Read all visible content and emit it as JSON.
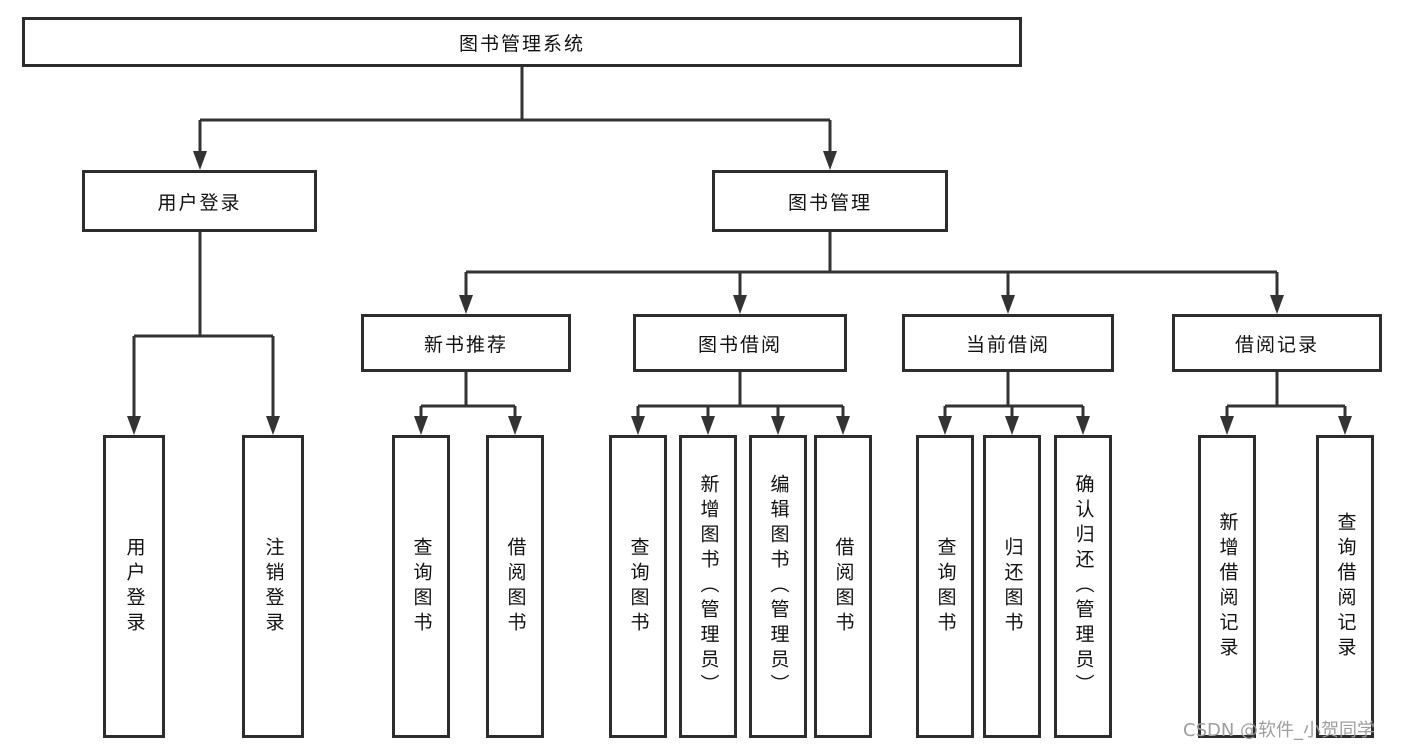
{
  "tree": {
    "root": "图书管理系统",
    "children": [
      {
        "label": "用户登录",
        "children": [
          "用户登录",
          "注销登录"
        ]
      },
      {
        "label": "图书管理",
        "children": [
          {
            "label": "新书推荐",
            "children": [
              "查询图书",
              "借阅图书"
            ]
          },
          {
            "label": "图书借阅",
            "children": [
              "查询图书",
              "新增图书（管理员）",
              "编辑图书（管理员）",
              "借阅图书"
            ]
          },
          {
            "label": "当前借阅",
            "children": [
              "查询图书",
              "归还图书",
              "确认归还（管理员）"
            ]
          },
          {
            "label": "借阅记录",
            "children": [
              "新增借阅记录",
              "查询借阅记录"
            ]
          }
        ]
      }
    ]
  },
  "watermark": "CSDN @软件_小贺同学",
  "colors": {
    "line": "#333333",
    "border": "#2d2d2d",
    "text": "#111111",
    "watermark": "#9e9e9e",
    "background": "#ffffff"
  }
}
